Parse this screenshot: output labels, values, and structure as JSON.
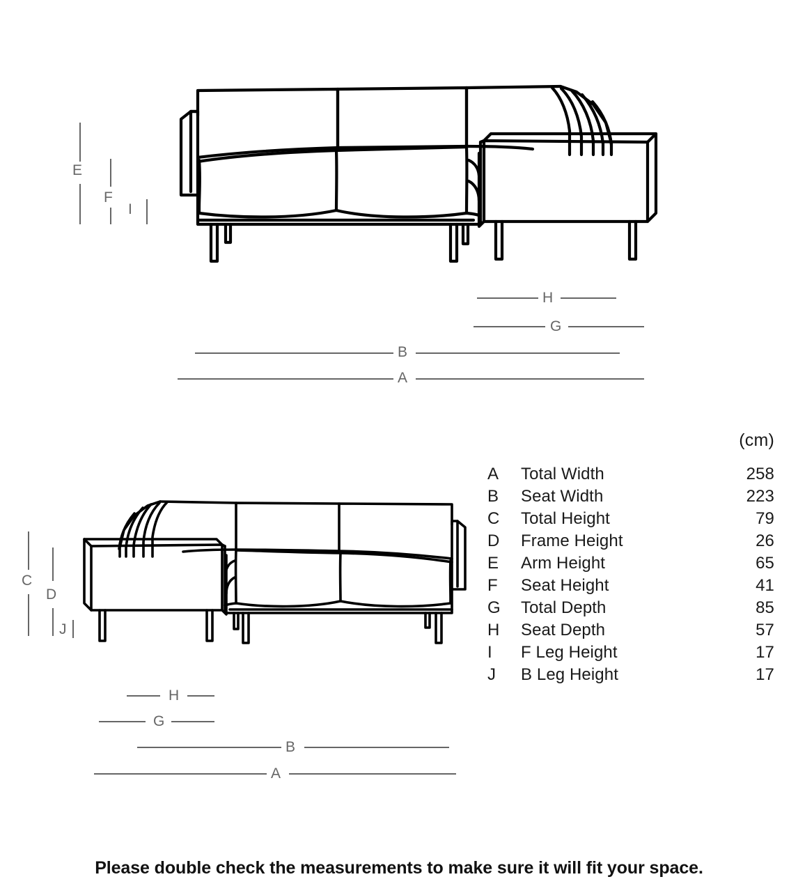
{
  "product": {
    "type": "corner-sectional-sofa",
    "views": [
      {
        "name": "front-three-quarter-view",
        "position": "top"
      },
      {
        "name": "mirrored-three-quarter-view",
        "position": "bottom"
      }
    ]
  },
  "units_label": "(cm)",
  "table": {
    "rows": [
      {
        "key": "A",
        "label": "Total Width",
        "value": "258"
      },
      {
        "key": "B",
        "label": "Seat Width",
        "value": "223"
      },
      {
        "key": "C",
        "label": "Total Height",
        "value": "79"
      },
      {
        "key": "D",
        "label": "Frame Height",
        "value": "26"
      },
      {
        "key": "E",
        "label": "Arm Height",
        "value": "65"
      },
      {
        "key": "F",
        "label": "Seat Height",
        "value": "41"
      },
      {
        "key": "G",
        "label": "Total Depth",
        "value": "85"
      },
      {
        "key": "H",
        "label": "Seat Depth",
        "value": "57"
      },
      {
        "key": "I",
        "label": "F Leg Height",
        "value": "17"
      },
      {
        "key": "J",
        "label": "B Leg Height",
        "value": "17"
      }
    ]
  },
  "top_view_dimensions": {
    "vertical": [
      {
        "letter": "E",
        "meaning": "Arm Height"
      },
      {
        "letter": "F",
        "meaning": "Seat Height"
      },
      {
        "letter": "I",
        "meaning": "F Leg Height"
      }
    ],
    "horizontal": [
      {
        "letter": "H",
        "meaning": "Seat Depth"
      },
      {
        "letter": "G",
        "meaning": "Total Depth"
      },
      {
        "letter": "B",
        "meaning": "Seat Width"
      },
      {
        "letter": "A",
        "meaning": "Total Width"
      }
    ]
  },
  "bottom_view_dimensions": {
    "vertical": [
      {
        "letter": "C",
        "meaning": "Total Height"
      },
      {
        "letter": "D",
        "meaning": "Frame Height"
      },
      {
        "letter": "J",
        "meaning": "B Leg Height"
      }
    ],
    "horizontal": [
      {
        "letter": "H",
        "meaning": "Seat Depth"
      },
      {
        "letter": "G",
        "meaning": "Total Depth"
      },
      {
        "letter": "B",
        "meaning": "Seat Width"
      },
      {
        "letter": "A",
        "meaning": "Total Width"
      }
    ]
  },
  "footer": {
    "note": "Please double check the measurements to make sure it will fit your space."
  },
  "colors": {
    "drawing_stroke": "#000000",
    "dimension_line": "#666666",
    "text": "#1a1a1a",
    "background": "#ffffff"
  }
}
